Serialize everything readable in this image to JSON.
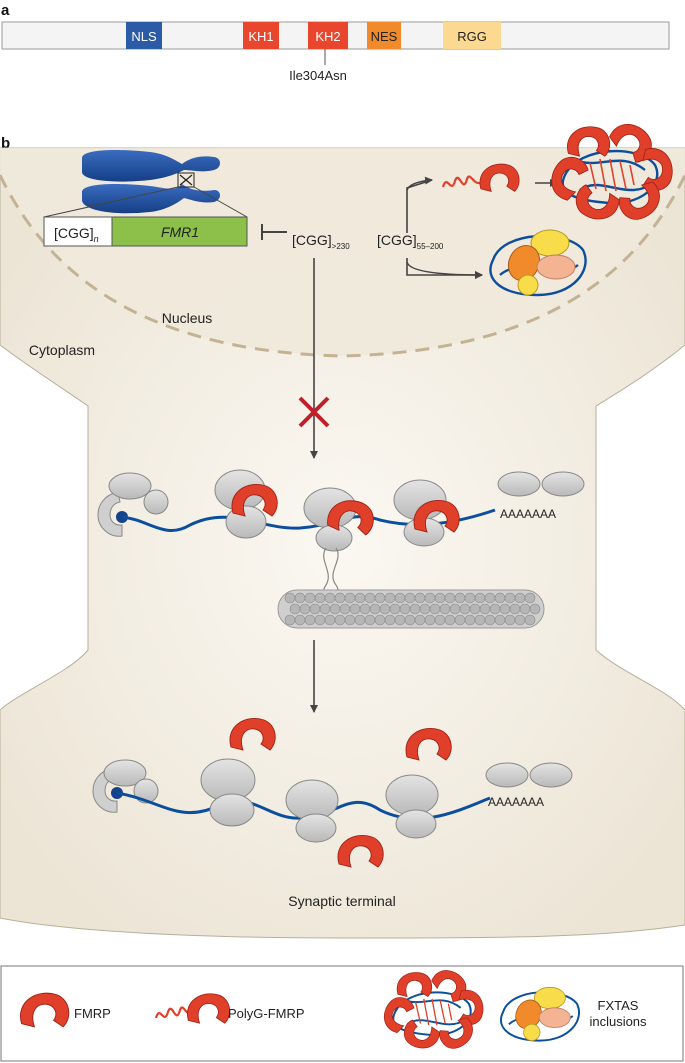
{
  "panel_a": {
    "label": "a",
    "domains": [
      {
        "name": "NLS",
        "color": "#2b5aa6",
        "text_color": "#ffffff"
      },
      {
        "name": "KH1",
        "color": "#e8472d",
        "text_color": "#ffffff"
      },
      {
        "name": "KH2",
        "color": "#e8472d",
        "text_color": "#ffffff"
      },
      {
        "name": "NES",
        "color": "#f08a2a",
        "text_color": "#222222"
      },
      {
        "name": "RGG",
        "color": "#fcd990",
        "text_color": "#222222"
      }
    ],
    "mutation": "Ile304Asn"
  },
  "panel_b": {
    "label": "b",
    "gene_repeat": "[CGG]",
    "gene_repeat_sub": "n",
    "gene_name": "FMR1",
    "full_mutation": "[CGG]",
    "full_mutation_sub": ">230",
    "premutation": "[CGG]",
    "premutation_sub": "55–200",
    "nucleus": "Nucleus",
    "cytoplasm": "Cytoplasm",
    "polya_1": "AAAAAAA",
    "polya_2": "AAAAAAA",
    "synaptic_terminal": "Synaptic terminal"
  },
  "legend": {
    "fmrp": "FMRP",
    "polyg_fmrp": "PolyG-FMRP",
    "fxtas_line1": "FXTAS",
    "fxtas_line2": "inclusions"
  },
  "colors": {
    "fmrp_red": "#e0402a",
    "rna_blue": "#0b4f9c",
    "cell_fill": "#f2ede2",
    "ribosome_gray": "#cfcfcf",
    "gene_green": "#8cc04b",
    "inhibit_x": "#c0202a"
  }
}
